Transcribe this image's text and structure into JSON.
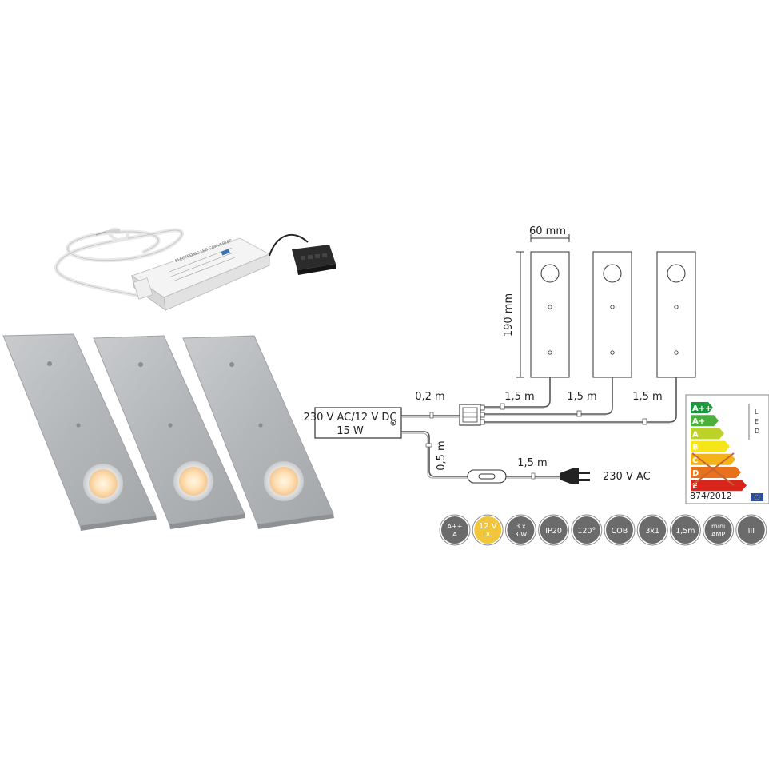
{
  "diagram": {
    "dimensions": {
      "width_label": "60 mm",
      "height_label": "190 mm"
    },
    "cable_lengths": {
      "driver_to_hub": "0,2 m",
      "hub_to_light_1": "1,5 m",
      "hub_to_light_2": "1,5 m",
      "hub_to_light_3": "1,5 m",
      "driver_to_switch": "0,5 m",
      "switch_to_plug": "1,5 m"
    },
    "driver": {
      "line1": "230 V AC/12 V DC",
      "line2": "15 W"
    },
    "plug_label": "230 V AC",
    "product_label": {
      "line1": "ELECTRONIC LED CONVERTER"
    }
  },
  "energy_label": {
    "classes": [
      "A++",
      "A+",
      "A",
      "B",
      "C",
      "D",
      "E"
    ],
    "colors": [
      "#1a9a3c",
      "#4cae3b",
      "#bcd22b",
      "#f5e61c",
      "#f3b319",
      "#e8721c",
      "#d8261e"
    ],
    "crossed_classes": [
      "B",
      "C",
      "D",
      "E"
    ],
    "side_text": [
      "L",
      "E",
      "D"
    ],
    "regulation": "874/2012"
  },
  "feature_badges": [
    {
      "icon": "energy-class-icon",
      "lines": [
        "A++",
        "A"
      ]
    },
    {
      "icon": "voltage-icon",
      "lines": [
        "12 V",
        "DC"
      ],
      "accent": "#f2c53a"
    },
    {
      "icon": "power-icon",
      "lines": [
        "3 x",
        "3 W"
      ]
    },
    {
      "icon": "ip-rating-icon",
      "lines": [
        "IP20"
      ]
    },
    {
      "icon": "beam-angle-icon",
      "lines": [
        "120°"
      ]
    },
    {
      "icon": "cob-chip-icon",
      "lines": [
        "COB"
      ]
    },
    {
      "icon": "led-count-icon",
      "lines": [
        "3x1"
      ]
    },
    {
      "icon": "cable-length-icon",
      "lines": [
        "1,5m"
      ]
    },
    {
      "icon": "connector-icon",
      "lines": [
        "mini",
        "AMP"
      ]
    },
    {
      "icon": "protection-class-icon",
      "lines": [
        "III"
      ]
    }
  ]
}
